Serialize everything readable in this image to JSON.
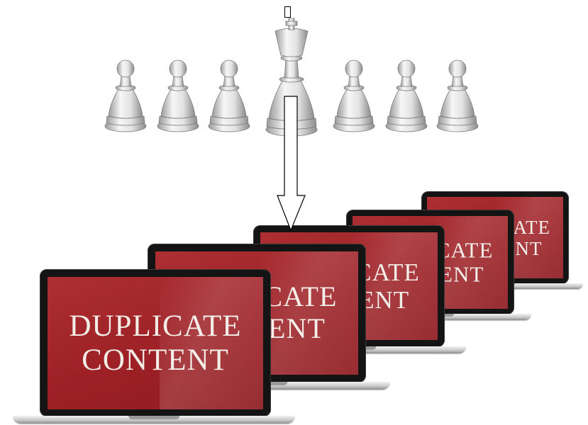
{
  "screen_text": {
    "line1": "DUPLICATE",
    "line2": "CONTENT"
  },
  "colors": {
    "screen_red": "#a3262b",
    "screen_text": "#f2ece6",
    "bezel": "#141414",
    "piece_white": "#e8e8e8"
  },
  "pieces": [
    "pawn",
    "pawn",
    "pawn",
    "king",
    "pawn",
    "pawn",
    "pawn"
  ]
}
